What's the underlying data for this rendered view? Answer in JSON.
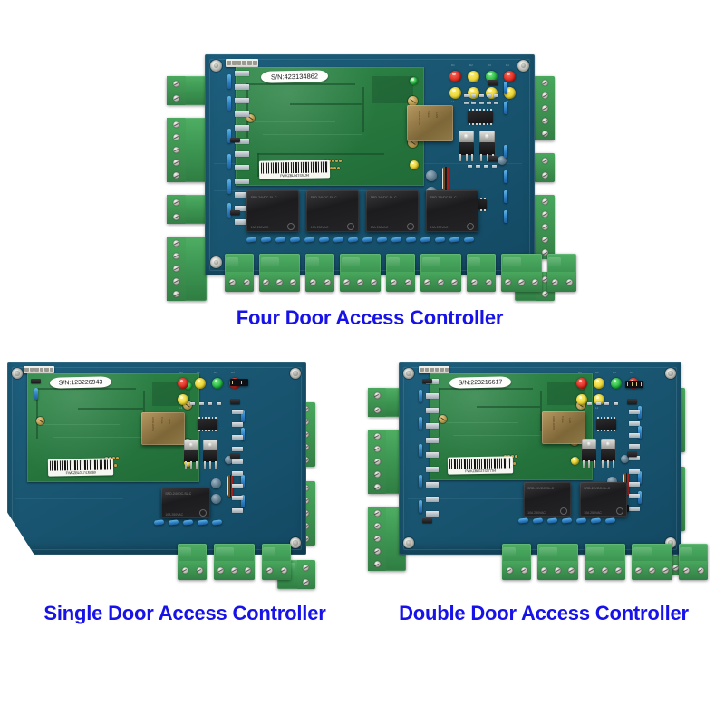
{
  "page": {
    "background_color": "#ffffff",
    "caption_color": "#1712e8",
    "pcb_color": "#1a5772",
    "daughterboard_color": "#27793f",
    "terminal_color": "#3f9a55"
  },
  "boards": [
    {
      "id": "four-door",
      "caption": "Four Door Access Controller",
      "serial": "S/N:423134862",
      "barcode_text": "FWKZBL04T4SL94",
      "relay_count": 4,
      "relay_top_text": "SRD-24VDC-SL-C",
      "relay_bottom_text": "10A 250VAC",
      "leds_top": [
        "red",
        "yellow",
        "green",
        "red"
      ],
      "leds_bottom": [
        "yellow",
        "yellow",
        "yellow",
        "yellow"
      ],
      "led_top_labels": [
        "D1",
        "D2",
        "D3",
        "D4"
      ],
      "led_bottom_labels": [
        "L1",
        "L2",
        "L3",
        "L4"
      ],
      "left_terminals": [
        2,
        5,
        2,
        5
      ],
      "right_terminals": [
        5,
        2,
        5,
        2
      ],
      "bottom_terminals": [
        2,
        3,
        2,
        3,
        2,
        3,
        2,
        3,
        2
      ],
      "mount_holes": 4
    },
    {
      "id": "single-door",
      "caption": "Single Door Access Controller",
      "serial": "S/N:123226943",
      "barcode_text": "FWKZBL0174J5969",
      "relay_count": 1,
      "relay_top_text": "SRD-24VDC-SL-C",
      "relay_bottom_text": "10A 250VAC",
      "leds_top": [
        "red",
        "yellow",
        "green",
        "red"
      ],
      "leds_bottom": [
        "yellow"
      ],
      "led_top_labels": [
        "D1",
        "D2",
        "D3",
        "D4"
      ],
      "led_bottom_labels": [
        "L1"
      ],
      "left_terminals": [],
      "right_terminals": [
        5,
        5,
        2
      ],
      "bottom_terminals": [
        2,
        3,
        2
      ],
      "mount_holes": 4
    },
    {
      "id": "double-door",
      "caption": "Double Door Access Controller",
      "serial": "S/N:223216617",
      "barcode_text": "FWKZBL02T4377S4",
      "relay_count": 2,
      "relay_top_text": "SRD-24VDC-SL-C",
      "relay_bottom_text": "10A 250VAC",
      "leds_top": [
        "red",
        "yellow",
        "green",
        "red"
      ],
      "leds_bottom": [
        "yellow",
        "yellow"
      ],
      "led_top_labels": [
        "D1",
        "D2",
        "D3",
        "D4"
      ],
      "led_bottom_labels": [
        "L1",
        "L2"
      ],
      "left_terminals": [
        2,
        5,
        5
      ],
      "right_terminals": [
        5,
        5,
        2
      ],
      "bottom_terminals": [
        2,
        3,
        3,
        3,
        2
      ],
      "mount_holes": 4
    }
  ]
}
